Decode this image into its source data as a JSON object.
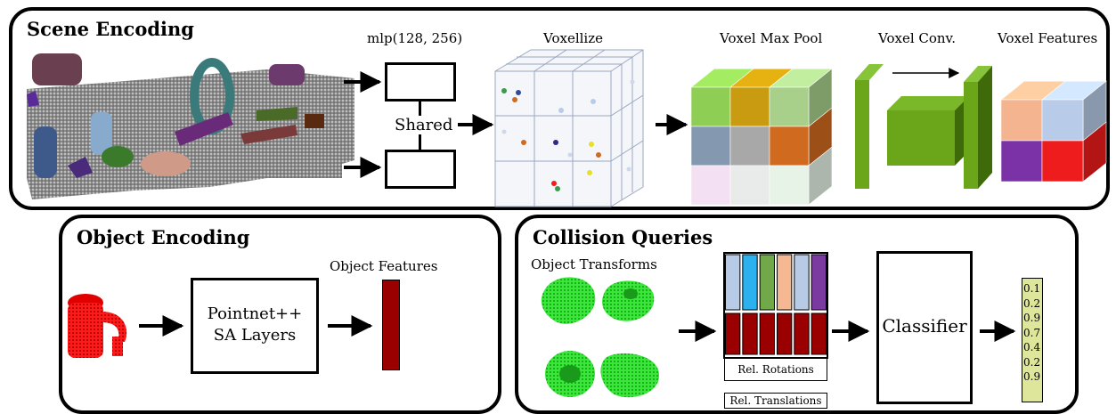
{
  "scene": {
    "title": "Scene Encoding",
    "mlp_label": "mlp(128, 256)",
    "shared_label": "Shared",
    "voxelize_label": "Voxellize",
    "maxpool_label": "Voxel Max Pool",
    "conv_label": "Voxel Conv.",
    "features_label": "Voxel Features",
    "maxpool_colors": [
      "#8fce55",
      "#c89b10",
      "#a8d08a",
      "#8499b0",
      "#a8a8a8",
      "#d06a1e",
      "#f3e0f3",
      "#e9eaea",
      "#e6f3e6"
    ],
    "features_colors": [
      "#f3b48f",
      "#b8cbe8",
      "#7a32a6",
      "#ee1c1c"
    ]
  },
  "object": {
    "title": "Object Encoding",
    "pointnet_label_1": "Pointnet++",
    "pointnet_label_2": "SA Layers",
    "features_label": "Object Features",
    "feature_color": "#9a0000"
  },
  "collision": {
    "title": "Collision Queries",
    "transforms_label": "Object Transforms",
    "rotations_label": "Rel. Rotations",
    "translations_label": "Rel. Translations",
    "classifier_label": "Classifier",
    "top_colors": [
      "#b7cbe6",
      "#2bb1ee",
      "#70a84a",
      "#f6b893",
      "#b7cbe6",
      "#7b3aa0"
    ],
    "bottom_color": "#9a0000",
    "scores": [
      "0.1",
      "0.2",
      "0.9",
      "0.7",
      "0.4",
      "0.2",
      "0.9"
    ],
    "scores_color": "#dde69a"
  }
}
